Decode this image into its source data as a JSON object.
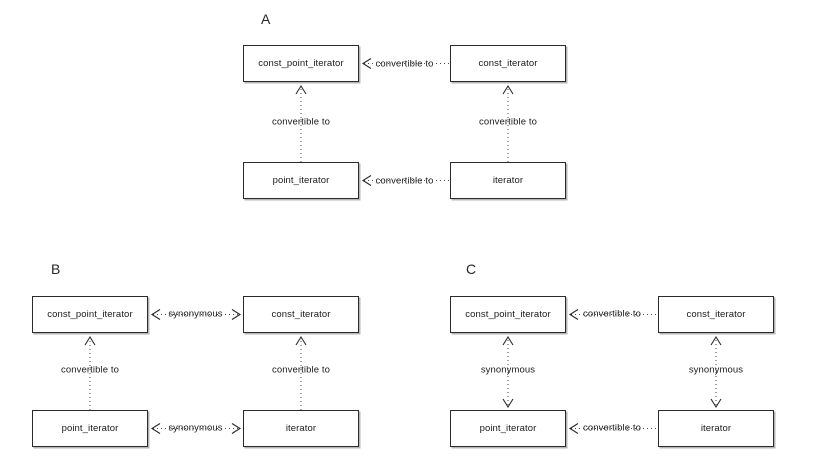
{
  "figure": {
    "title": "",
    "background_color": "#ffffff",
    "box_border_color": "#2b2b2b",
    "line_color": "#4a4a4a",
    "text_color": "#1a1a1a"
  },
  "panels": [
    {
      "id": "A",
      "label": "A",
      "nodes": {
        "top_left": "const_point_iterator",
        "top_right": "const_iterator",
        "bottom_left": "point_iterator",
        "bottom_right": "iterator"
      },
      "edges": {
        "top_horizontal": {
          "label": "convertible to",
          "direction": "left"
        },
        "bottom_horizontal": {
          "label": "convertible to",
          "direction": "left"
        },
        "left_vertical": {
          "label": "convertible to",
          "direction": "up"
        },
        "right_vertical": {
          "label": "convertible to",
          "direction": "up"
        }
      }
    },
    {
      "id": "B",
      "label": "B",
      "nodes": {
        "top_left": "const_point_iterator",
        "top_right": "const_iterator",
        "bottom_left": "point_iterator",
        "bottom_right": "iterator"
      },
      "edges": {
        "top_horizontal": {
          "label": "synonymous",
          "direction": "both"
        },
        "bottom_horizontal": {
          "label": "synonymous",
          "direction": "both"
        },
        "left_vertical": {
          "label": "convertible to",
          "direction": "up"
        },
        "right_vertical": {
          "label": "convertible to",
          "direction": "up"
        }
      }
    },
    {
      "id": "C",
      "label": "C",
      "nodes": {
        "top_left": "const_point_iterator",
        "top_right": "const_iterator",
        "bottom_left": "point_iterator",
        "bottom_right": "iterator"
      },
      "edges": {
        "top_horizontal": {
          "label": "convertible to",
          "direction": "left"
        },
        "bottom_horizontal": {
          "label": "convertible to",
          "direction": "left"
        },
        "left_vertical": {
          "label": "synonymous",
          "direction": "both"
        },
        "right_vertical": {
          "label": "synonymous",
          "direction": "both"
        }
      }
    }
  ]
}
